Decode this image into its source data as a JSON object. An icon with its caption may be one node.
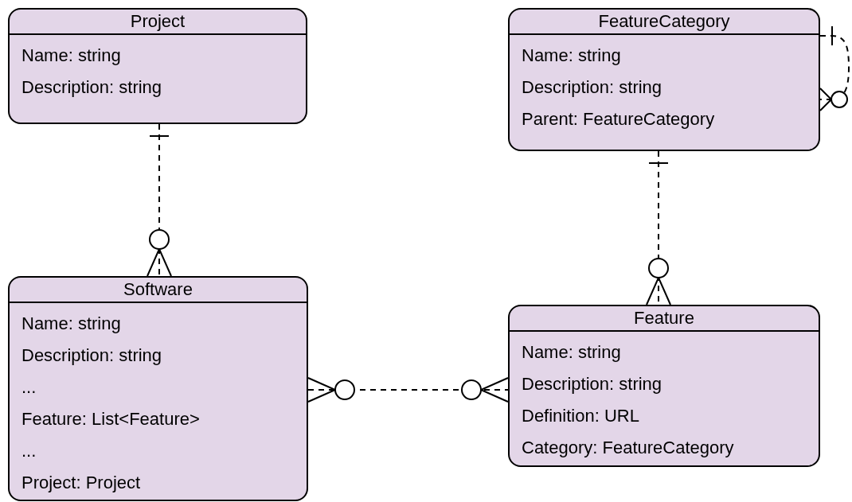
{
  "diagram": {
    "nodes": [
      {
        "text": [
          "Project",
          "Name: string",
          "Description: string"
        ]
      },
      {
        "text": [
          "FeatureCategory",
          "Name: string",
          "Description: string",
          "Parent: FeatureCategory"
        ]
      },
      {
        "text": [
          "Software",
          "Name: string",
          "Description: string",
          "...",
          "Feature: List<Feature>",
          "...",
          "Project: Project"
        ]
      },
      {
        "text": [
          "Feature",
          "Name: string",
          "Description: string",
          "Definition: URL",
          "Category: FeatureCategory"
        ]
      }
    ],
    "edges": [
      {
        "from": 0,
        "to": 2,
        "arrow": "other",
        "style": "dashed"
      },
      {
        "from": 1,
        "to": 3,
        "arrow": "other",
        "style": "dashed"
      },
      {
        "from": 2,
        "to": 3,
        "arrow": "other",
        "style": "dashed"
      },
      {
        "from": 1,
        "to": 1,
        "arrow": "other",
        "style": "dashed"
      }
    ]
  }
}
